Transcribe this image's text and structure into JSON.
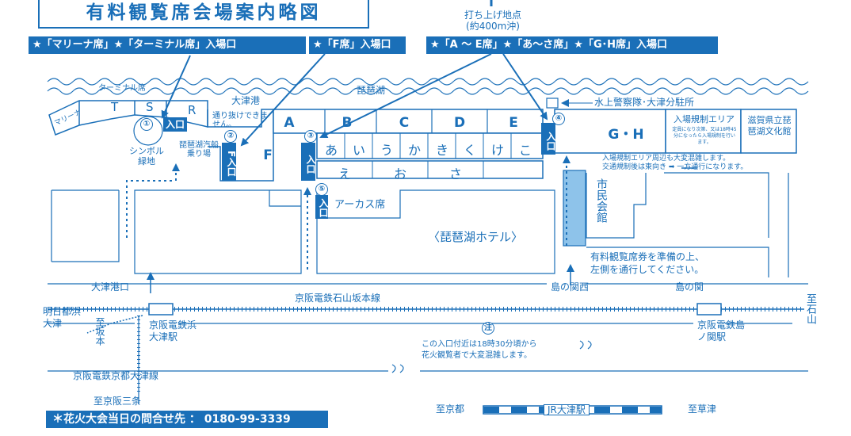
{
  "title": "有料観覧席会場案内略図",
  "launch_point": {
    "line1": "打ち上げ地点",
    "line2": "(約400m沖)"
  },
  "banners": {
    "marina_terminal": "★「マリーナ席」★「ターミナル席」入場口",
    "f_seat": "★「F席」入場口",
    "ae_aisa_gh": "★「A ～ E席」★「あ～さ席」★「G･H席」入場口"
  },
  "labels": {
    "terminal_seat": "ターミナル席",
    "lake": "琵琶湖",
    "otsu_port": "大津港",
    "police": "水上警察隊･大津分駐所",
    "marina": "マリーナ",
    "symbol_green": "シンボル緑地",
    "pass_through": "通り抜けできません。",
    "boat_pier": "琵琶湖汽船乗り場",
    "regulation_area": "入場規制エリア",
    "regulation_note": "定員になり次第、又は18時45分になったら入場規制を行います。",
    "museum": "滋賀県立琵琶湖文化館",
    "congestion_note1": "入場規制エリア周辺も大変混雑します。",
    "congestion_note2": "交通規制後は東向き ➡ 一方通行になります。",
    "city_hall": "市民会館",
    "arcus": "アーカス席",
    "hotel": "〈琵琶湖ホテル〉",
    "ticket_note1": "有料観覧席券を準備の上、",
    "ticket_note2": "左側を通行してください。",
    "otsu_port_exit": "大津港口",
    "shimanoseki_west": "島の関西",
    "shimanoseki": "島の関",
    "keihan_line": "京阪電鉄石山坂本線",
    "akehi": "明日都浜大津",
    "to_sakamoto": "至坂本",
    "hamaotsu_station": "京阪電鉄浜大津駅",
    "shimanoseki_station": "京阪電鉄島ノ関駅",
    "to_ishiyama": "至石山",
    "caution_mark": "注",
    "caution_note1": "この入口付近は18時30分頃から",
    "caution_note2": "花火観覧者で大変混雑します。",
    "keihan_kyoto_line": "京阪電鉄京都大津線",
    "to_sanjo": "至京阪三条",
    "to_kyoto": "至京都",
    "jr_otsu": "JR大津駅",
    "to_kusatsu": "至草津",
    "entrance": "入口",
    "f_entrance": "F入口"
  },
  "sections": [
    "A",
    "B",
    "C",
    "D",
    "E"
  ],
  "section_f": "F",
  "section_gh": "G・H",
  "marina_blocks": [
    "T",
    "S",
    "R"
  ],
  "seats_row1": [
    "あ",
    "い",
    "う",
    "か",
    "き",
    "く",
    "け",
    "こ"
  ],
  "seats_row2": [
    "え",
    "お",
    "さ"
  ],
  "entrance_numbers": [
    "①",
    "②",
    "③",
    "④",
    "⑤"
  ],
  "contact": "＊花火大会当日の問合せ先 ： 0180-99-3339",
  "colors": {
    "primary": "#1a6fb8",
    "light": "#8ec3ea",
    "background": "#ffffff"
  }
}
